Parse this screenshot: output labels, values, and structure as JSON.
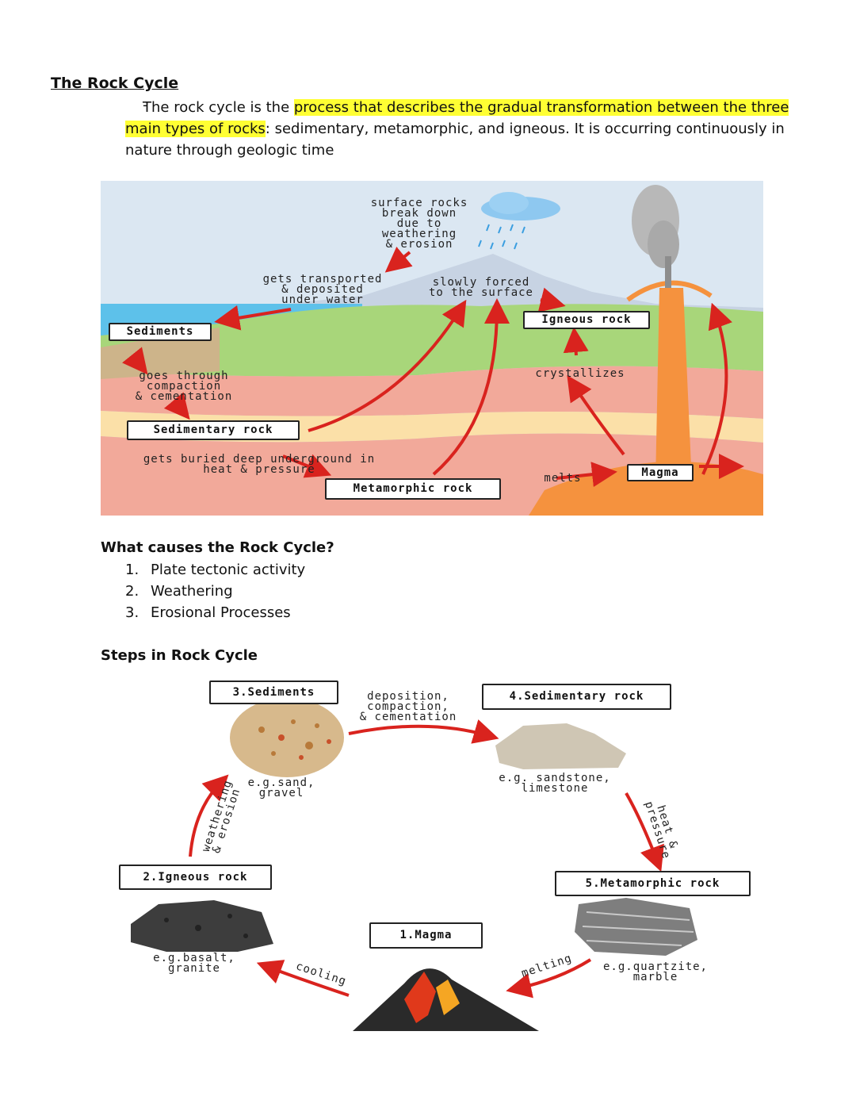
{
  "doc": {
    "title": "The Rock Cycle",
    "intro_dash": "-",
    "intro_pre": "The rock cycle is the ",
    "intro_highlight1": "process that describes the gradual transformation between the three",
    "intro_highlight2": "main types of rocks",
    "intro_post": ": sedimentary, metamorphic, and igneous. It is occurring continuously in nature through geologic time"
  },
  "diagram1": {
    "surface_break": [
      "surface rocks",
      "break down",
      "due to",
      "weathering",
      "& erosion"
    ],
    "transported": [
      "gets transported",
      "& deposited",
      "under water"
    ],
    "forced": [
      "slowly forced",
      "to the surface"
    ],
    "sediments_box": "Sediments",
    "igneous_box": "Igneous rock",
    "compaction": [
      "goes through",
      "compaction",
      "& cementation"
    ],
    "crystallizes": "crystallizes",
    "sedimentary_box": "Sedimentary rock",
    "buried": [
      "gets buried deep underground in",
      "heat & pressure"
    ],
    "metamorphic_box": "Metamorphic rock",
    "melts": "melts",
    "magma_box": "Magma"
  },
  "causes": {
    "heading": "What causes the Rock Cycle?",
    "items": [
      {
        "num": "1.",
        "text": "Plate tectonic activity"
      },
      {
        "num": "2.",
        "text": "Weathering"
      },
      {
        "num": "3.",
        "text": "Erosional Processes"
      }
    ]
  },
  "steps": {
    "heading": "Steps in Rock Cycle",
    "sediments_box": "3.Sediments",
    "sediments_eg": [
      "e.g.sand,",
      "gravel"
    ],
    "deposition": [
      "deposition,",
      "compaction,",
      "& cementation"
    ],
    "sedimentary_box": "4.Sedimentary rock",
    "sedimentary_eg": [
      "e.g. sandstone,",
      "limestone"
    ],
    "heat_pressure": "heat & pressure",
    "metamorphic_box": "5.Metamorphic rock",
    "metamorphic_eg": [
      "e.g.quartzite,",
      "marble"
    ],
    "melting": "melting",
    "magma_box": "1.Magma",
    "cooling": "cooling",
    "igneous_box": "2.Igneous rock",
    "igneous_eg": [
      "e.g.basalt,",
      "granite"
    ],
    "weathering": [
      "weathering",
      "& erosion"
    ]
  },
  "colors": {
    "highlight": "#ffff33",
    "arrow": "#d9231e",
    "magma": "#f5923e",
    "sky": "#d8e6f2",
    "green": "#a8d67a",
    "layer_pink": "#f2a99a",
    "layer_cream": "#fbe0a8",
    "water": "#5dc1ea"
  }
}
